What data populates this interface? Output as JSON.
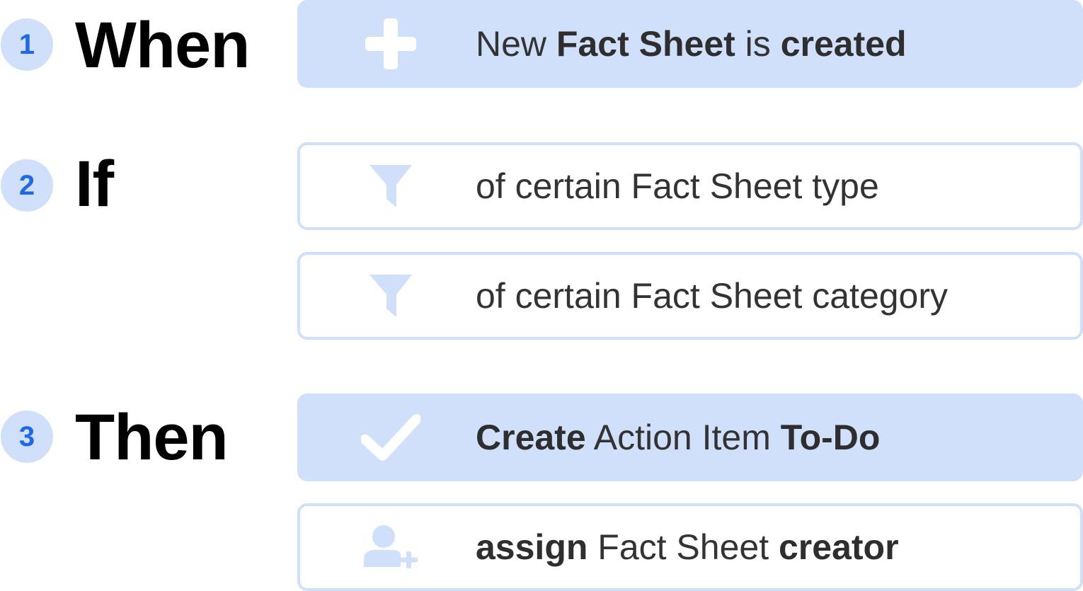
{
  "steps": [
    {
      "number": "1",
      "word": "When"
    },
    {
      "number": "2",
      "word": "If"
    },
    {
      "number": "3",
      "word": "Then"
    }
  ],
  "cards": {
    "trigger": {
      "icon": "plus-icon",
      "parts": [
        "New ",
        "Fact Sheet",
        " is ",
        "created"
      ]
    },
    "condition_type": {
      "icon": "filter-icon",
      "text": "of certain Fact Sheet type"
    },
    "condition_category": {
      "icon": "filter-icon",
      "text": "of certain Fact Sheet category"
    },
    "action_create": {
      "icon": "checkmark-icon",
      "parts": [
        "Create",
        " Action Item ",
        "To-Do"
      ]
    },
    "action_assign": {
      "icon": "add-user-icon",
      "parts": [
        "assign",
        " Fact Sheet ",
        "creator"
      ]
    }
  },
  "colors": {
    "badge_bg": "#d0e0fa",
    "badge_text": "#1f68e6",
    "card_fill": "#d0e0fa",
    "card_border": "#d0e0fa",
    "icon_filled_card": "#ffffff",
    "icon_outlined_card": "#d0e0fa",
    "step_word": "#000000",
    "card_text": "#333333"
  }
}
